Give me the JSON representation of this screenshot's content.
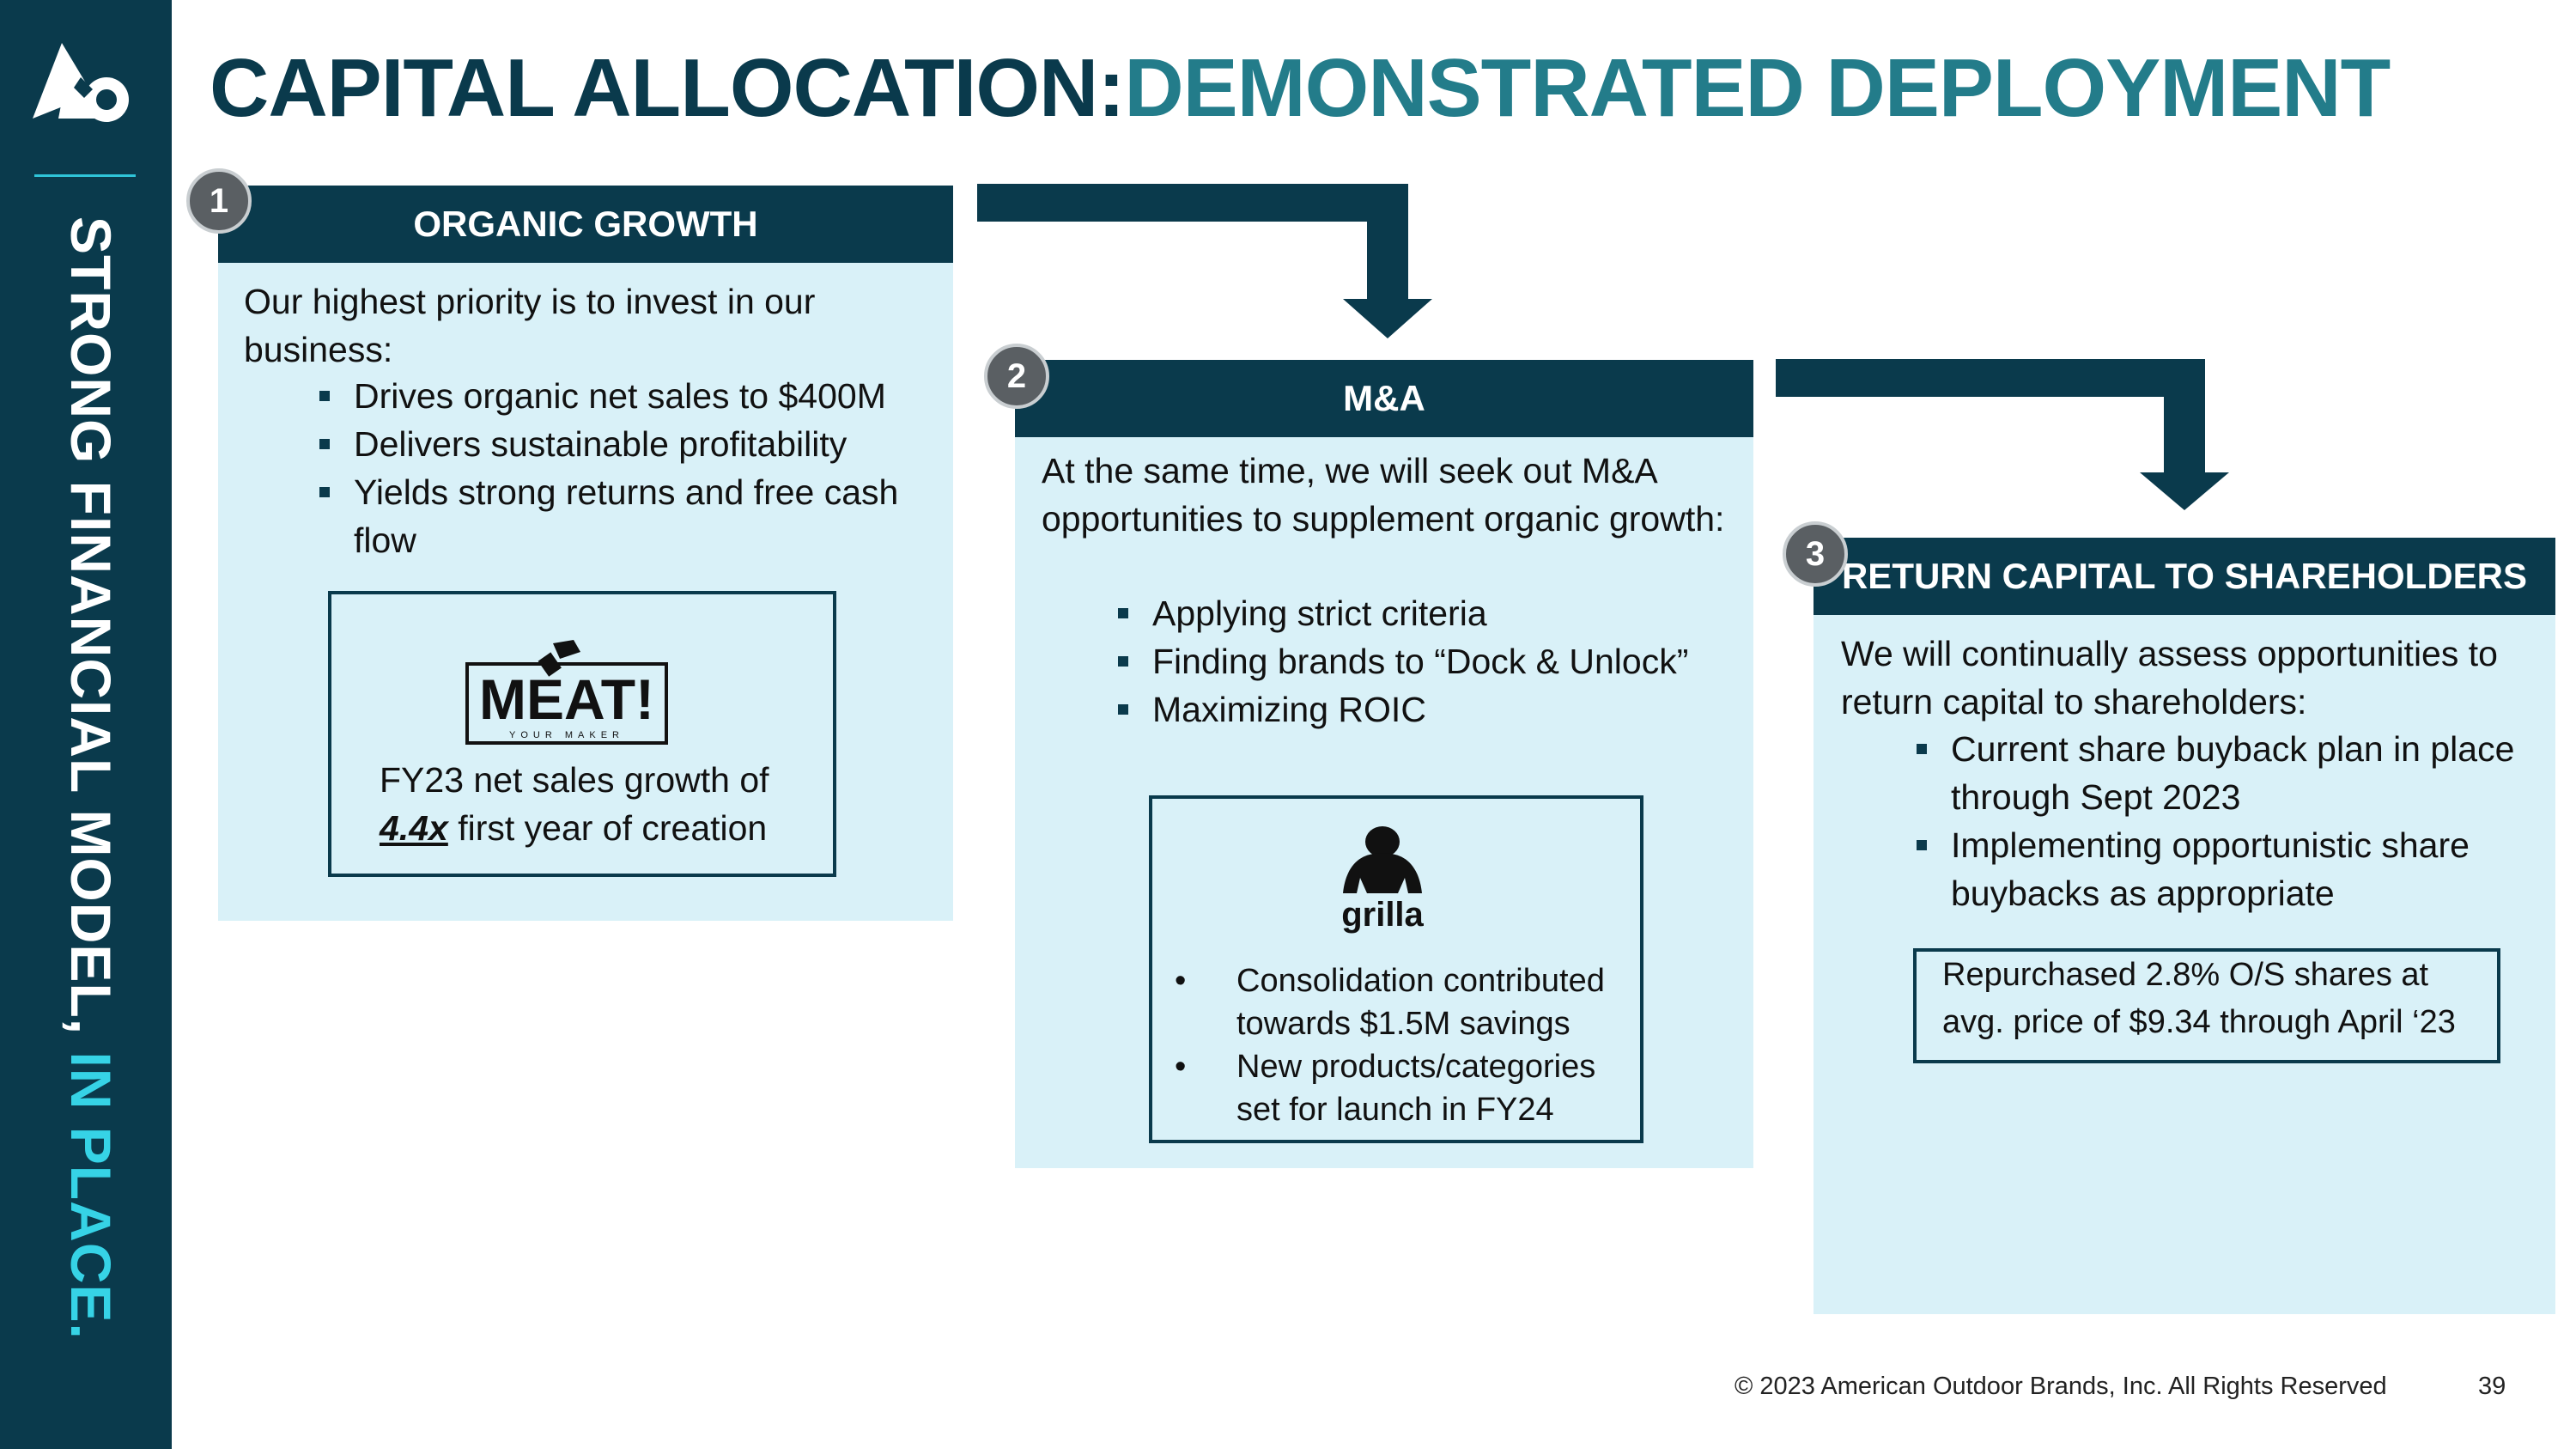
{
  "title": {
    "part1": "CAPITAL ALLOCATION:",
    "part2": "DEMONSTRATED DEPLOYMENT"
  },
  "sidebar": {
    "text_main": "STRONG FINANCIAL MODEL, ",
    "text_accent": "IN PLACE."
  },
  "panels": [
    {
      "number": "1",
      "heading": "ORGANIC GROWTH",
      "intro": "Our highest priority is to invest in our business:",
      "bullets": [
        "Drives organic net sales to $400M",
        "Delivers sustainable profitability",
        "Yields strong returns and free cash flow"
      ],
      "callout": {
        "logo_text": "MEAT!",
        "logo_subtext": "YOUR MAKER",
        "line1": "FY23 net sales growth of",
        "emphasis": "4.4x",
        "line2_rest": " first year of creation"
      }
    },
    {
      "number": "2",
      "heading": "M&A",
      "intro": "At the same time, we will seek out M&A opportunities to supplement organic growth:",
      "bullets": [
        "Applying strict criteria",
        "Finding brands to “Dock & Unlock”",
        "Maximizing ROIC"
      ],
      "callout": {
        "logo_text": "grilla",
        "bullets": [
          "Consolidation contributed towards $1.5M savings",
          "New products/categories set for launch in FY24"
        ]
      }
    },
    {
      "number": "3",
      "heading": "RETURN CAPITAL TO SHAREHOLDERS",
      "intro": "We will continually assess opportunities to return capital to shareholders:",
      "bullets": [
        "Current share buyback plan in place through Sept 2023",
        "Implementing opportunistic share buybacks as appropriate"
      ],
      "callout": {
        "text": "Repurchased 2.8% O/S shares at avg. price of $9.34 through April ‘23"
      }
    }
  ],
  "footer": {
    "copyright": "© 2023 American Outdoor Brands, Inc. All Rights Reserved",
    "page": "39"
  },
  "colors": {
    "navy": "#0a3a4c",
    "teal": "#237c8a",
    "cyan_accent": "#36d3e6",
    "panel_bg": "#d9f1f8",
    "badge": "#5a5f63"
  }
}
